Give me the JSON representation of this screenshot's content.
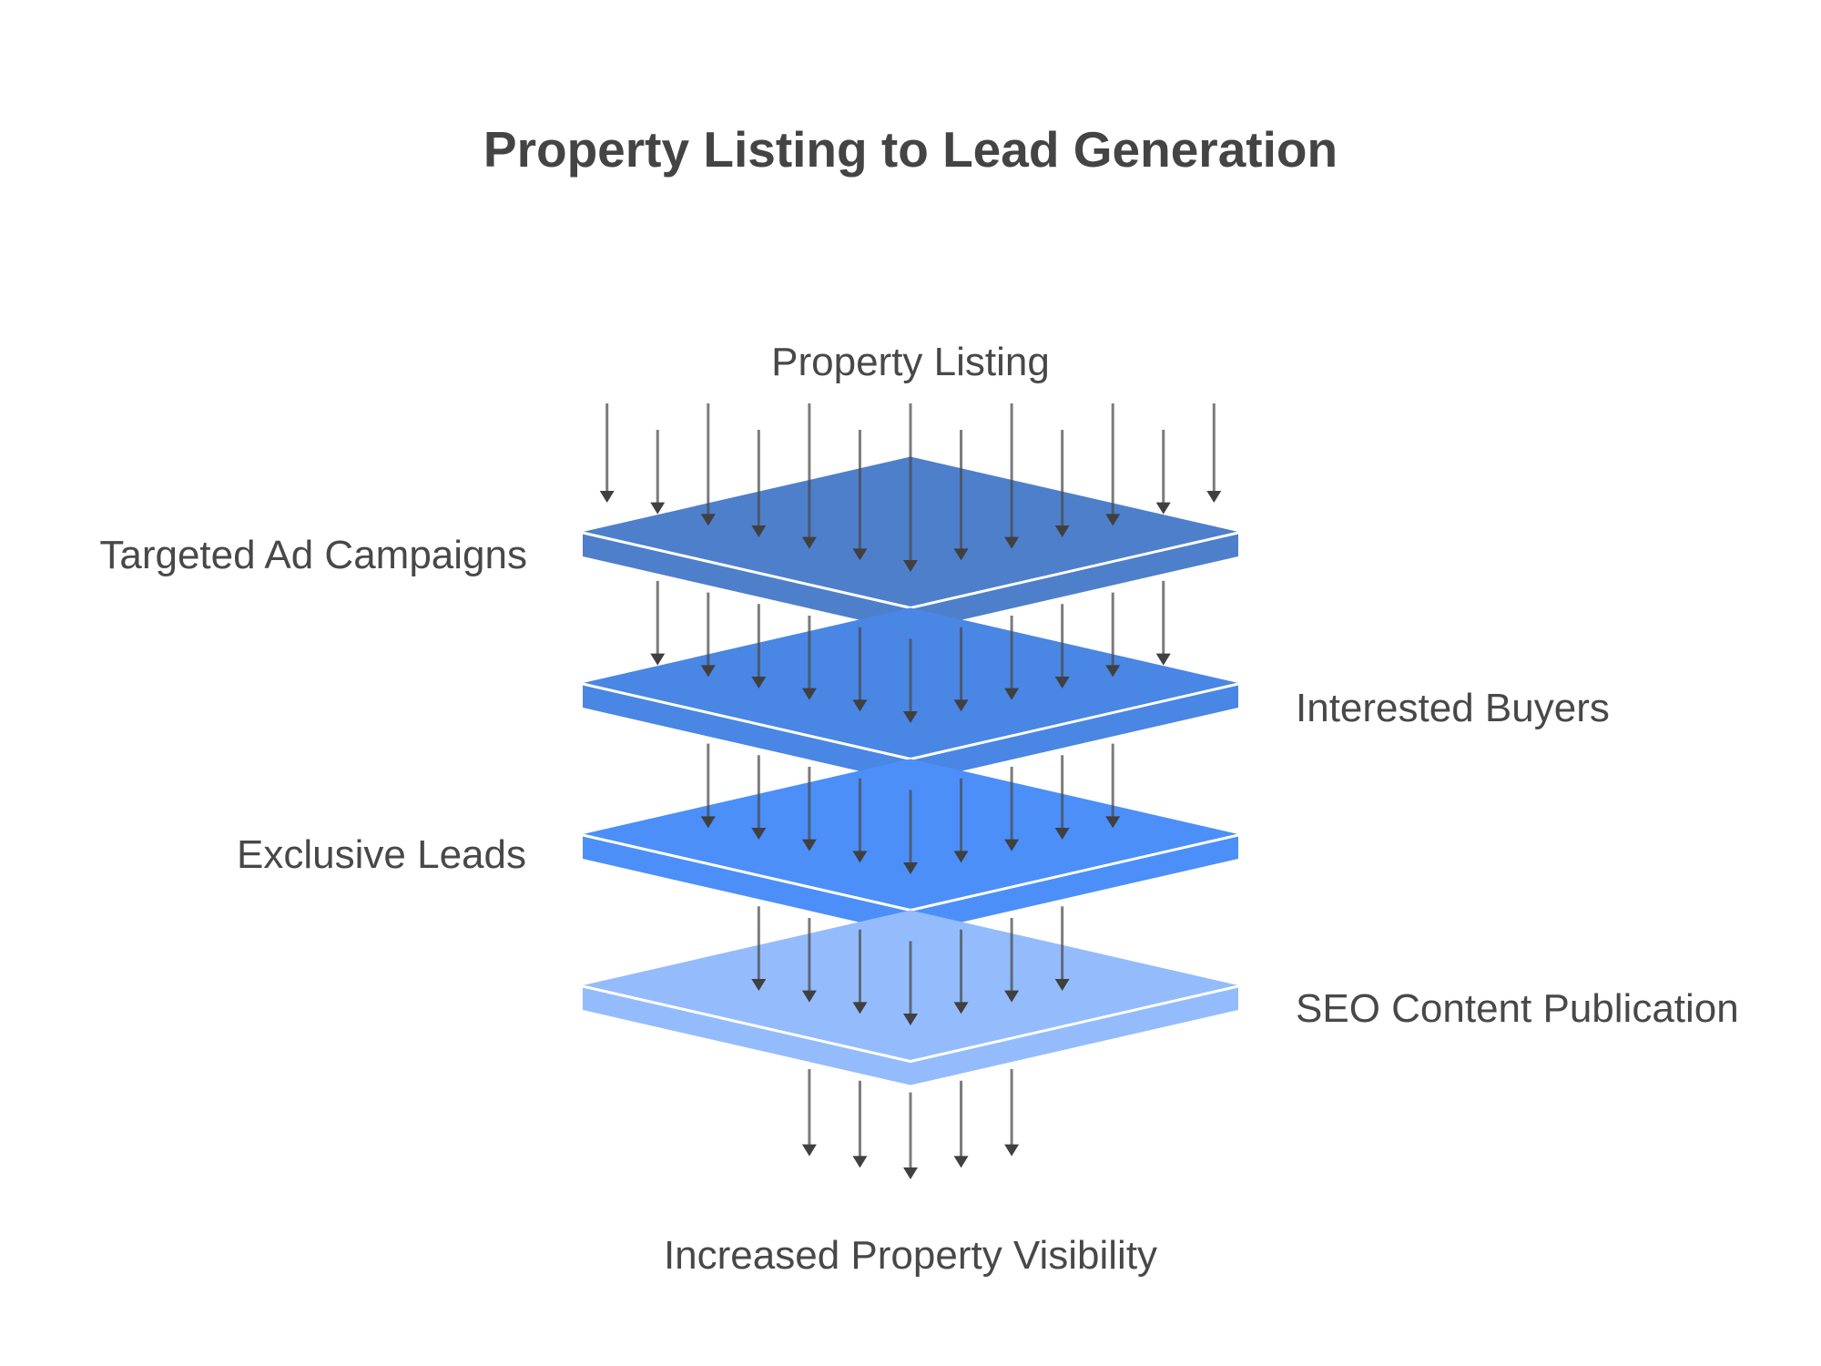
{
  "diagram": {
    "title": "Property Listing to Lead Generation",
    "input_label": "Property Listing",
    "output_label": "Increased Property Visibility",
    "layers": [
      {
        "label": "Targeted Ad Campaigns",
        "side": "left",
        "color_top": "#4E7FCB",
        "color_side": "#4E7FCB"
      },
      {
        "label": "Interested Buyers",
        "side": "right",
        "color_top": "#4A86E3",
        "color_side": "#4A86E3"
      },
      {
        "label": "Exclusive Leads",
        "side": "left",
        "color_top": "#4C8FF8",
        "color_side": "#4C8FF8"
      },
      {
        "label": "SEO Content Publication",
        "side": "right",
        "color_top": "#94BCFC",
        "color_side": "#94BCFC"
      }
    ],
    "arrow_counts": [
      13,
      11,
      9,
      7,
      5
    ],
    "colors": {
      "text": "#484848",
      "title": "#444444",
      "arrow": "#4a4a4a",
      "edge_highlight": "#ffffff",
      "background": "#ffffff"
    }
  }
}
